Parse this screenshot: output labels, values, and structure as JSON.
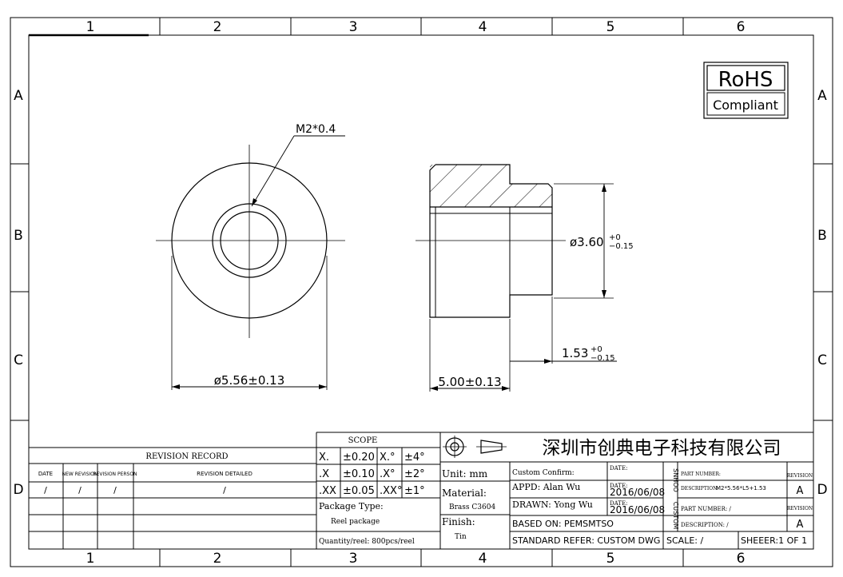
{
  "frame": {
    "columns": [
      "1",
      "2",
      "3",
      "4",
      "5",
      "6"
    ],
    "rows": [
      "A",
      "B",
      "C",
      "D"
    ]
  },
  "rohs": {
    "title": "RoHS",
    "subtitle": "Compliant"
  },
  "drawing": {
    "thread_label": "M2*0.4",
    "outer_diameter": "ø5.56±0.13",
    "length": "5.00±0.13",
    "shank_diameter": "ø3.60",
    "shank_diameter_tol_upper": "+0",
    "shank_diameter_tol_lower": "−0.15",
    "head_height": "1.53",
    "head_height_tol_upper": "+0",
    "head_height_tol_lower": "−0.15"
  },
  "revision": {
    "title": "REVISION RECORD",
    "headers": [
      "DATE",
      "NEW REVISION",
      "REVISION PERSON",
      "REVISION DETAILED"
    ],
    "row": [
      "/",
      "/",
      "/",
      "/"
    ]
  },
  "scope": {
    "title": "SCOPE",
    "rows": [
      [
        "X.",
        "±0.20",
        "X.°",
        "±4°"
      ],
      [
        ".X",
        "±0.10",
        ".X°",
        "±2°"
      ],
      [
        ".XX",
        "±0.05",
        ".XX°",
        "±1°"
      ]
    ],
    "package_label": "Package Type:",
    "package_value": "Reel package",
    "quantity": "Quantity/reel: 800pcs/reel"
  },
  "material": {
    "unit": "Unit: mm",
    "material_label": "Material:",
    "material_value": "Brass  C3604",
    "finish_label": "Finish:",
    "finish_value": "Tin"
  },
  "title_block": {
    "company": "深圳市创典电子科技有限公司",
    "custom_confirm": "Custom Confirm:",
    "date_label": "DATE:",
    "appd": "APPD: Alan Wu",
    "appd_date": "2016/06/08",
    "drawn": "DRAWN: Yong Wu",
    "drawn_date": "2016/06/08",
    "based_on": "BASED ON: PEMSMTSO",
    "standard_refer": "STANDARD REFER: CUSTOM DWG",
    "scale": "SCALE:  /",
    "sheet": "SHEEER:1 OF 1",
    "side_label_1": "SNHOO",
    "side_label_2": "CUSTOM",
    "part_number_label": "PART NUMBER:",
    "description_label": "DESCRIPTION:",
    "description_value": "M2*5.56*L5+1.53",
    "revision_label": "REVISION",
    "revision_value": "A",
    "part_number_2": "PART NUMBER:  /",
    "description_2": "DESCRIPTION:  /",
    "revision_value_2": "A"
  }
}
